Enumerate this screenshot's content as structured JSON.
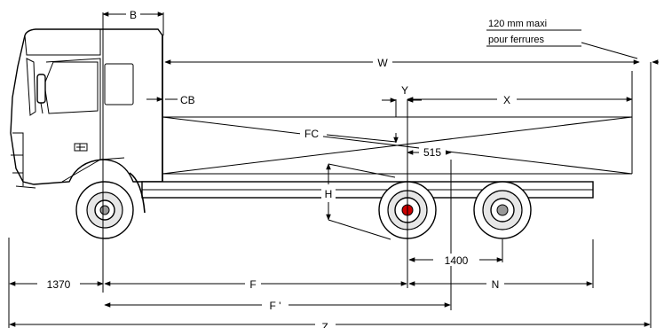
{
  "labels": {
    "B": "B",
    "CB": "CB",
    "W": "W",
    "Y": "Y",
    "X": "X",
    "FC": "FC",
    "dim_515": "515",
    "H": "H",
    "dim_1400": "1400",
    "dim_1370": "1370",
    "F": "F",
    "F_prime": "F '",
    "N": "N",
    "Z": "Z"
  },
  "note": {
    "line1": "120 mm maxi",
    "line2": "pour ferrures"
  },
  "colors": {
    "lines": "#000000",
    "hub_accent": "#cc0000",
    "background": "#ffffff"
  },
  "icons": {
    "arrowhead": "filled-triangle"
  }
}
